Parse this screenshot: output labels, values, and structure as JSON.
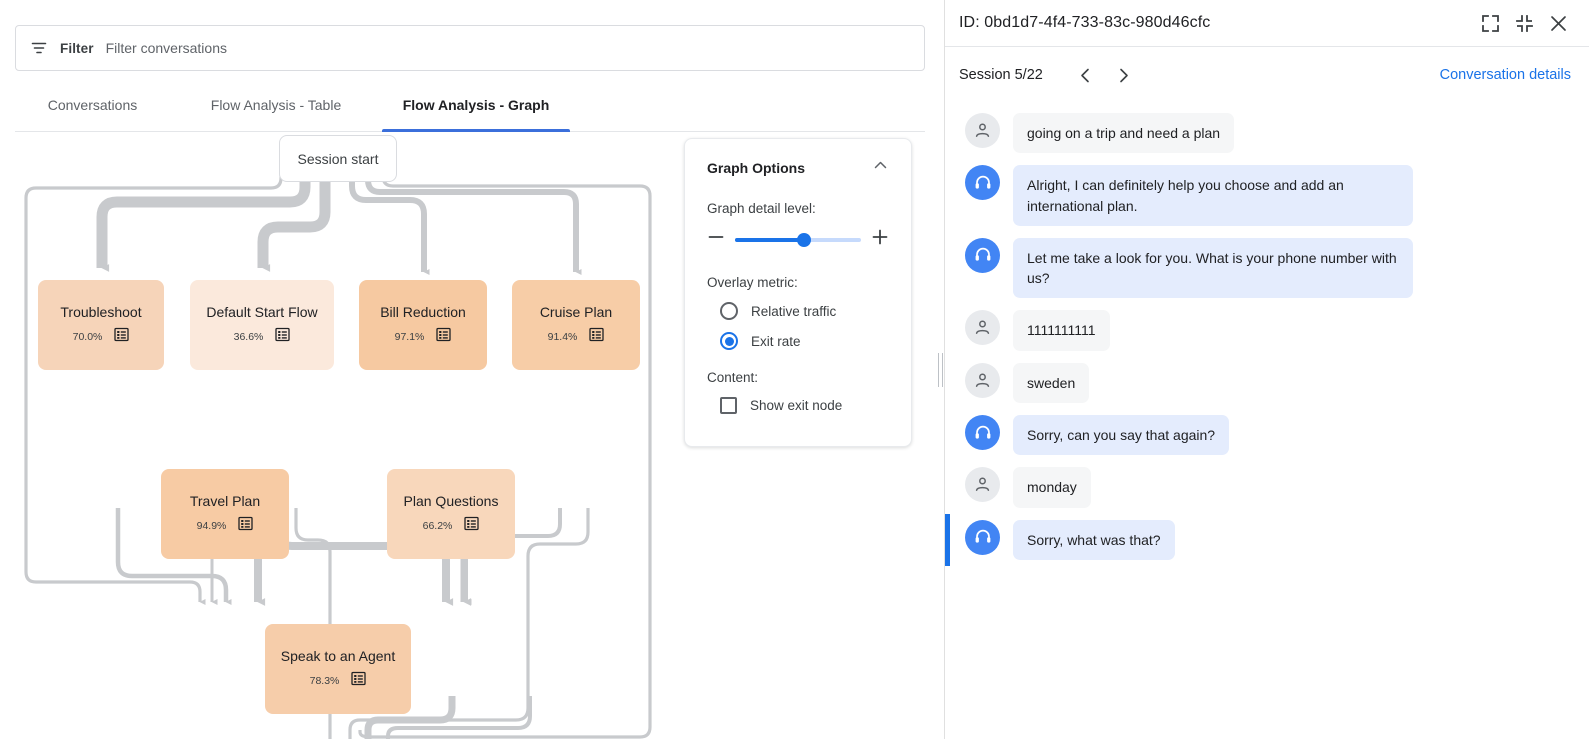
{
  "filter": {
    "label": "Filter",
    "placeholder": "Filter conversations",
    "value": "",
    "icon": "filter-icon"
  },
  "tabs": [
    {
      "label": "Conversations",
      "active": false
    },
    {
      "label": "Flow Analysis - Table",
      "active": false
    },
    {
      "label": "Flow Analysis - Graph",
      "active": true
    }
  ],
  "graph": {
    "start_node": {
      "label": "Session start"
    },
    "nodes": [
      {
        "id": "troubleshoot",
        "label": "Troubleshoot",
        "exit_rate": "70.0%",
        "color": "#f6d4b9",
        "detail_icon": "list-detail-icon"
      },
      {
        "id": "default-start",
        "label": "Default Start Flow",
        "exit_rate": "36.6%",
        "color": "#fbe9dc",
        "detail_icon": "list-detail-icon"
      },
      {
        "id": "bill-reduction",
        "label": "Bill Reduction",
        "exit_rate": "97.1%",
        "color": "#f6c9a1",
        "detail_icon": "list-detail-icon"
      },
      {
        "id": "cruise-plan",
        "label": "Cruise Plan",
        "exit_rate": "91.4%",
        "color": "#f7cda7",
        "detail_icon": "list-detail-icon"
      },
      {
        "id": "travel-plan",
        "label": "Travel Plan",
        "exit_rate": "94.9%",
        "color": "#f7cba4",
        "detail_icon": "list-detail-icon"
      },
      {
        "id": "plan-questions",
        "label": "Plan Questions",
        "exit_rate": "66.2%",
        "color": "#f8d7bb",
        "detail_icon": "list-detail-icon"
      },
      {
        "id": "speak-agent",
        "label": "Speak to an Agent",
        "exit_rate": "78.3%",
        "color": "#f6cdaa",
        "detail_icon": "list-detail-icon"
      }
    ]
  },
  "options": {
    "title": "Graph Options",
    "collapse_icon": "chevron-up-icon",
    "detail_level_label": "Graph detail level:",
    "detail_level_percent": 55,
    "decrease_icon": "minus-icon",
    "increase_icon": "plus-icon",
    "overlay_metric_label": "Overlay metric:",
    "overlay_options": [
      {
        "label": "Relative traffic",
        "selected": false
      },
      {
        "label": "Exit rate",
        "selected": true
      }
    ],
    "content_label": "Content:",
    "show_exit_node": {
      "label": "Show exit node",
      "checked": false
    }
  },
  "conversation": {
    "id": "ID: 0bd1d7-4f4-733-83c-980d46cfc",
    "header_icons": [
      "expand-icon",
      "collapse-icon",
      "close-icon"
    ],
    "session_label": "Session 5/22",
    "prev_icon": "chevron-left-icon",
    "next_icon": "chevron-right-icon",
    "details_link": "Conversation details",
    "messages": [
      {
        "sender": "user",
        "text": "going on a trip and need a plan",
        "highlight": false
      },
      {
        "sender": "agent",
        "text": "Alright, I can definitely help you choose and add an international plan.",
        "highlight": false
      },
      {
        "sender": "agent",
        "text": "Let me take a look for you. What is your phone number with us?",
        "highlight": false
      },
      {
        "sender": "user",
        "text": "1111111111",
        "highlight": false
      },
      {
        "sender": "user",
        "text": "sweden",
        "highlight": false
      },
      {
        "sender": "agent",
        "text": "Sorry, can you say that again?",
        "highlight": false
      },
      {
        "sender": "user",
        "text": "monday",
        "highlight": false
      },
      {
        "sender": "agent",
        "text": "Sorry, what was that?",
        "highlight": true
      }
    ]
  },
  "colors": {
    "accent_blue": "#1a73e8",
    "tab_underline": "#3b6fdb",
    "edge_gray": "#c8cacd"
  }
}
